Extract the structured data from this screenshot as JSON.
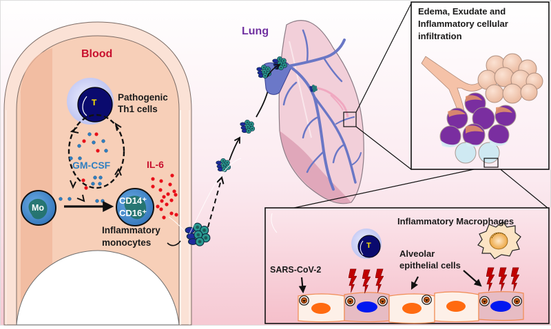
{
  "diagram": {
    "title_blood": "Blood",
    "title_lung": "Lung",
    "blood": {
      "th1_label_line1": "Pathogenic",
      "th1_label_line2": "Th1 cells",
      "t_cell_letter": "T",
      "gm_csf": "GM-CSF",
      "il6": "IL-6",
      "mo_label": "Mo",
      "cd14": "CD14⁺",
      "cd16": "CD16⁺",
      "inflammatory_monocytes_line1": "Inflammatory",
      "inflammatory_monocytes_line2": "monocytes"
    },
    "alveoli_panel": {
      "title_line1": "Edema, Exudate and",
      "title_line2": "Inflammatory cellular",
      "title_line3": "infiltration"
    },
    "epithelium_panel": {
      "title": "Inflammatory Macrophages",
      "sars_label": "SARS-CoV-2",
      "t_cell_letter": "T",
      "alveolar_line1": "Alveolar",
      "alveolar_line2": "epithelial cells"
    },
    "colors": {
      "blood_red": "#c8102e",
      "lung_purple": "#7030a0",
      "gm_csf_blue": "#2f7fc1",
      "t_cell_navy": "#0a0a6e",
      "t_cell_letter": "#ffe600",
      "monocyte_blue": "#4a8fd0",
      "vessel_fill": "#f7d2bd",
      "panel_pink": "#f7c8d2",
      "lightning_red": "#c00000",
      "nucleus_orange": "#ff6a10",
      "nucleus_blue": "#0018f0"
    }
  }
}
